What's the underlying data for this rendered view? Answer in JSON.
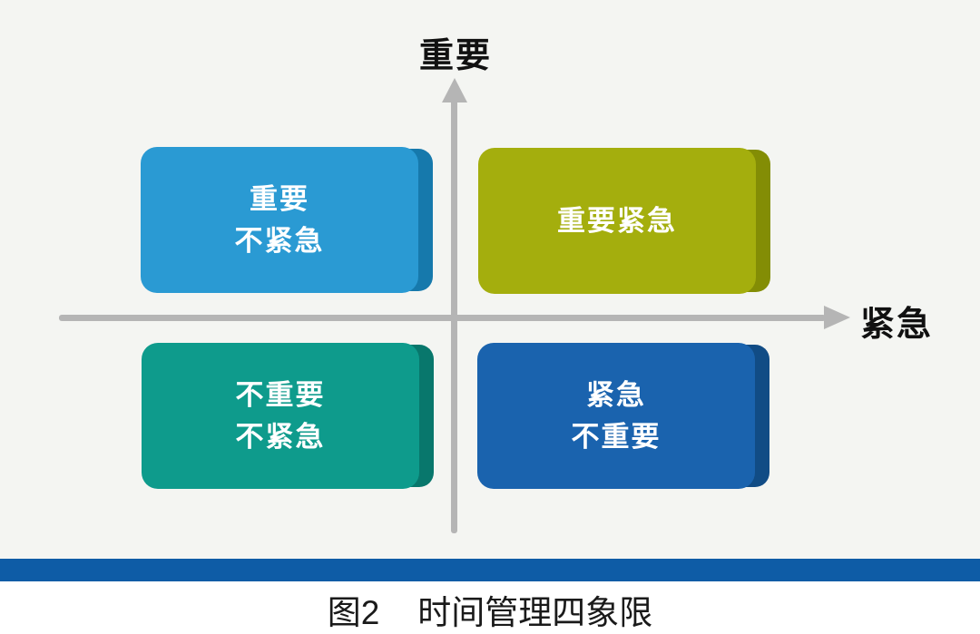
{
  "page": {
    "background_top": "#F4F5F2",
    "background_bottom": "#FFFFFF"
  },
  "axes": {
    "y_label": "重要",
    "x_label": "紧急",
    "line_color": "#B5B5B5",
    "label_color": "#111111"
  },
  "quadrants": [
    {
      "position": "top-left",
      "lines": [
        "重要",
        "不紧急"
      ],
      "fill": "#2A9AD3",
      "edge": "#1679AC"
    },
    {
      "position": "top-right",
      "lines": [
        "重要紧急"
      ],
      "fill": "#A4AE0D",
      "edge": "#838D05"
    },
    {
      "position": "bottom-left",
      "lines": [
        "不重要",
        "不紧急"
      ],
      "fill": "#0E9B8C",
      "edge": "#08776C"
    },
    {
      "position": "bottom-right",
      "lines": [
        "紧急",
        "不重要"
      ],
      "fill": "#1A63AE",
      "edge": "#114C85"
    }
  ],
  "divider": {
    "color": "#0E5CA6"
  },
  "caption": {
    "figure": "图2",
    "title": "时间管理四象限",
    "color": "#1A1A1A"
  },
  "box_text_color": "#FFFFFF"
}
